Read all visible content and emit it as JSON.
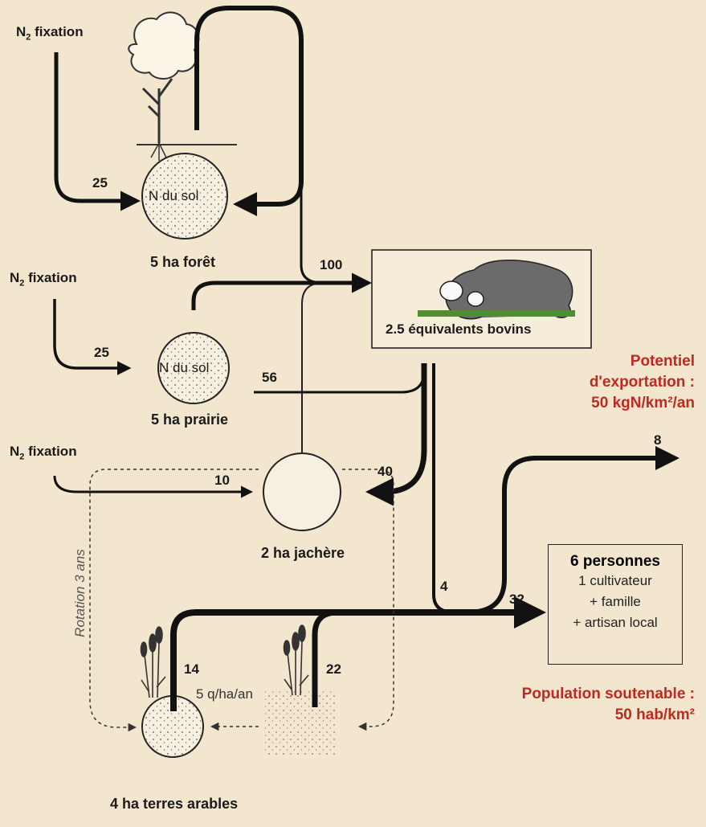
{
  "fixation": {
    "label_main": "N",
    "label_sub": "2",
    "label_rest": " fixation"
  },
  "flows": {
    "forest_in": "25",
    "prairie_in": "25",
    "jachere_in": "10",
    "to_cattle": "100",
    "prairie_out": "56",
    "to_jachere": "40",
    "export": "8",
    "manure_small": "4",
    "to_people": "32",
    "crop1": "14",
    "crop2": "22"
  },
  "pools": {
    "forest_soil": "N du sol",
    "prairie_soil": "N du sol"
  },
  "captions": {
    "forest": "5 ha forêt",
    "prairie": "5 ha prairie",
    "jachere": "2 ha jachère",
    "arable": "4 ha terres arables",
    "cattle": "2.5 équivalents bovins",
    "yield": "5 q/ha/an",
    "rotation": "Rotation 3 ans"
  },
  "people": {
    "title": "6 personnes",
    "line1": "1 cultivateur",
    "line2": "+ famille",
    "line3": "+ artisan local"
  },
  "export_note": {
    "line1": "Potentiel",
    "line2": "d'exportation :",
    "line3": "50 kgN/km²/an"
  },
  "population_note": {
    "line1": "Population soutenable :",
    "line2": "50 hab/km²"
  },
  "colors": {
    "background": "#f2e6cf",
    "flow": "#111111",
    "accent_red": "#c0291f"
  }
}
